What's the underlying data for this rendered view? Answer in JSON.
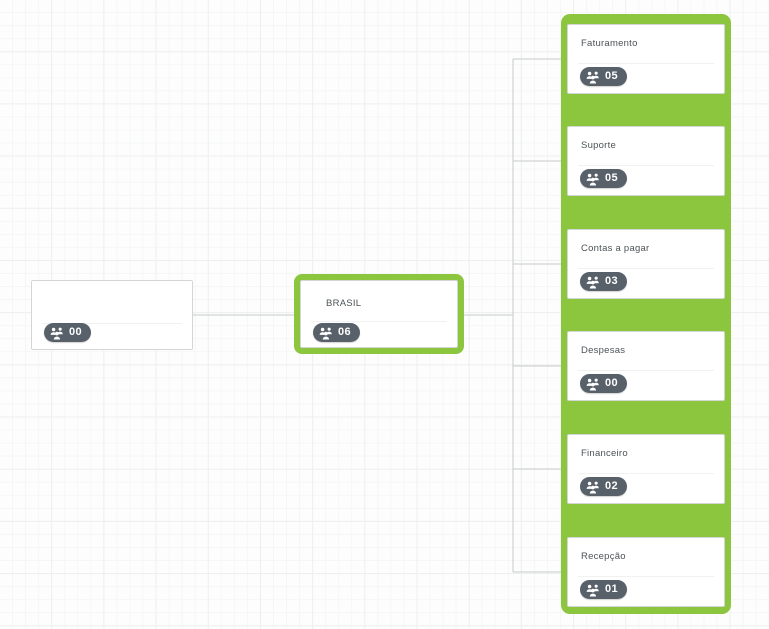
{
  "canvas": {
    "background_color": "#fdfdfd",
    "grid_minor_color": "#f5f6f6",
    "grid_major_color": "#eef0ef"
  },
  "theme": {
    "selection_green": "#8cc63e",
    "badge_background": "#58606a",
    "badge_text": "#ffffff",
    "card_border": "#d4d6d5",
    "card_background": "#ffffff",
    "title_text": "#4c5356",
    "connector_line": "#c8cbca"
  },
  "icons": {
    "people": "people-group-icon"
  },
  "chart": {
    "type": "org-chart",
    "orientation": "left-to-right"
  },
  "nodes": {
    "root": {
      "title": "",
      "count": "00",
      "selected": false
    },
    "brasil": {
      "title": "BRASIL",
      "count": "06",
      "selected": true
    }
  },
  "departments": [
    {
      "title": "Faturamento",
      "count": "05"
    },
    {
      "title": "Suporte",
      "count": "05"
    },
    {
      "title": "Contas a pagar",
      "count": "03"
    },
    {
      "title": "Despesas",
      "count": "00"
    },
    {
      "title": "Financeiro",
      "count": "02"
    },
    {
      "title": "Recepção",
      "count": "01"
    }
  ]
}
